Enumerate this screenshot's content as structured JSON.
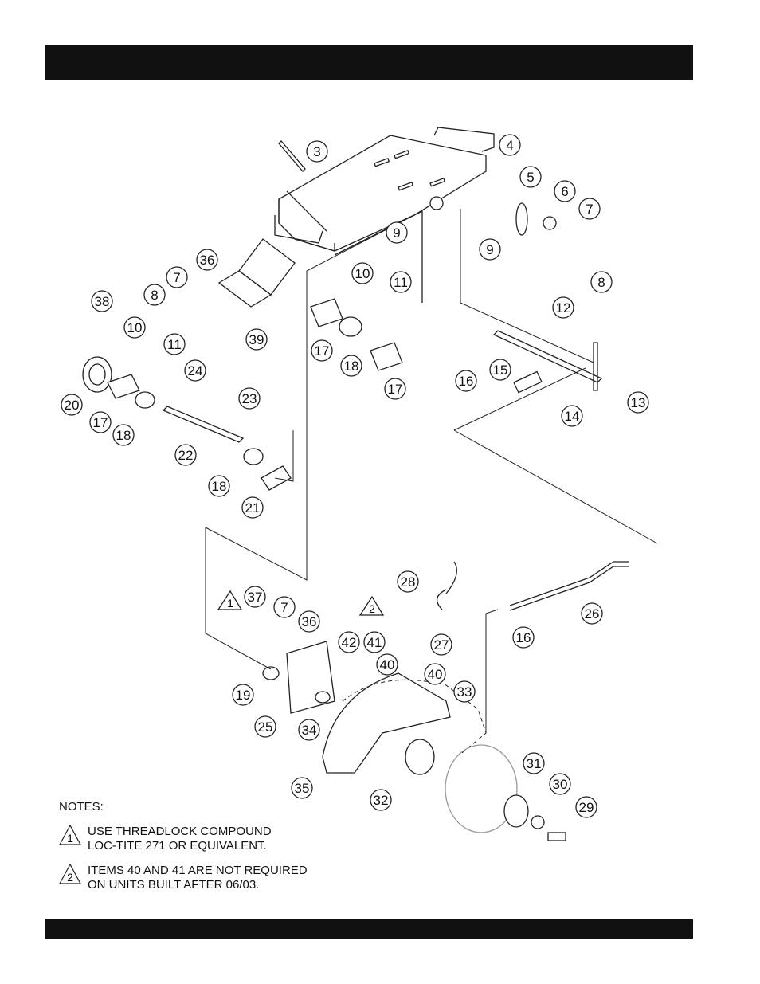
{
  "diagram": {
    "callouts": [
      "3",
      "4",
      "5",
      "6",
      "7",
      "8",
      "9",
      "9",
      "36",
      "7",
      "8",
      "39",
      "38",
      "10",
      "11",
      "10",
      "11",
      "17",
      "18",
      "17",
      "12",
      "15",
      "16",
      "14",
      "13",
      "20",
      "17",
      "18",
      "24",
      "23",
      "22",
      "18",
      "21",
      "28",
      "37",
      "7",
      "36",
      "42",
      "41",
      "40",
      "27",
      "26",
      "16",
      "40",
      "33",
      "19",
      "25",
      "34",
      "35",
      "32",
      "31",
      "30",
      "29"
    ],
    "triangle_marks": [
      "1",
      "2"
    ]
  },
  "notes": {
    "heading": "NOTES:",
    "items": [
      {
        "mark": "1",
        "line1": "USE THREADLOCK COMPOUND",
        "line2": "LOC-TITE 271 OR EQUIVALENT."
      },
      {
        "mark": "2",
        "line1": "ITEMS 40 AND 41 ARE NOT REQUIRED",
        "line2": "ON UNITS BUILT AFTER 06/03."
      }
    ]
  }
}
